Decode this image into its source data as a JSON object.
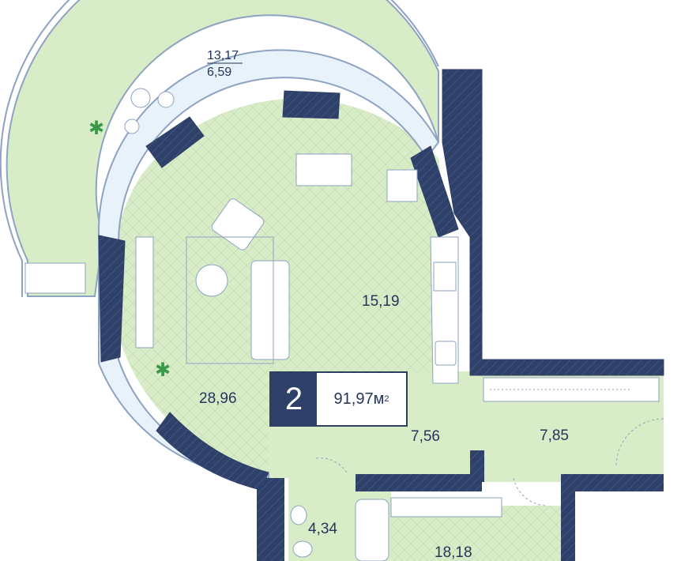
{
  "plan": {
    "rooms": [
      {
        "id": "balcony",
        "area": "13,17",
        "area_alt": "6,59"
      },
      {
        "id": "kitchen",
        "area": "15,19"
      },
      {
        "id": "living",
        "area": "28,96"
      },
      {
        "id": "hall",
        "area": "7,56"
      },
      {
        "id": "corridor",
        "area": "7,85"
      },
      {
        "id": "bathroom",
        "area": "4,34"
      },
      {
        "id": "bedroom",
        "area": "18,18"
      }
    ],
    "summary": {
      "rooms_count": "2",
      "total_area": "91,97м",
      "unit_power": "2"
    },
    "colors": {
      "floor": "#d8ecc8",
      "wall": "#2f4168",
      "window": "#e8f2fb",
      "line": "#8ea3c2",
      "text": "#24365a"
    },
    "icons": [
      "plant-icon",
      "armchair-icon",
      "sofa-icon",
      "dining-table-icon",
      "stove-icon",
      "sink-icon",
      "fridge-icon",
      "toilet-icon",
      "bathtub-icon",
      "door-arc-icon"
    ]
  }
}
